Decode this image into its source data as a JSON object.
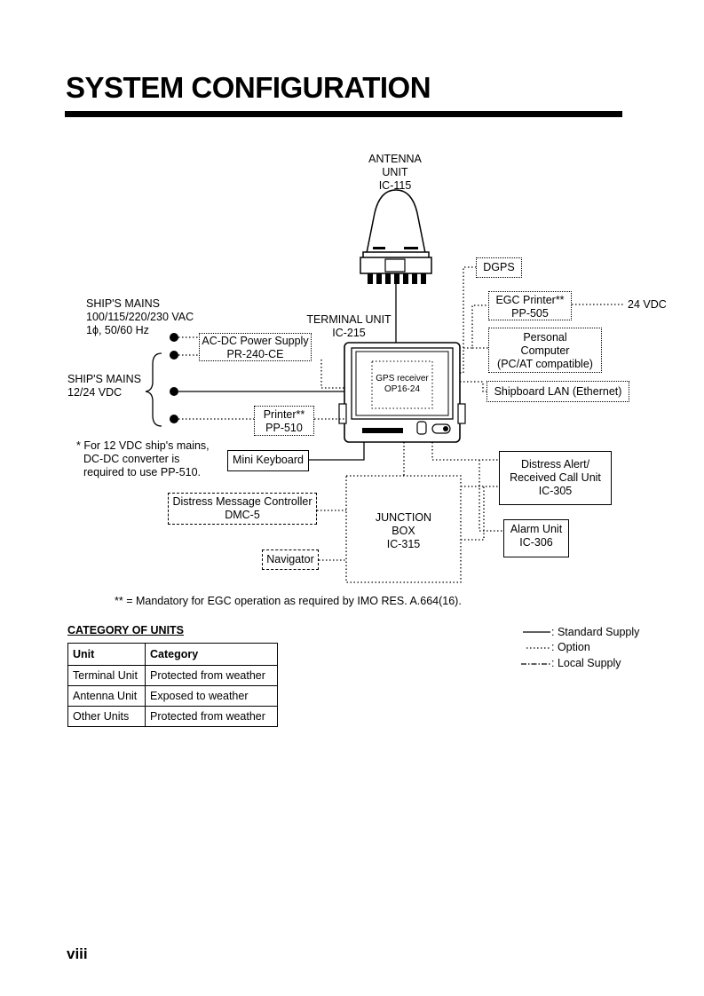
{
  "page_title": "SYSTEM CONFIGURATION",
  "antenna": {
    "line1": "ANTENNA",
    "line2": "UNIT",
    "line3": "IC-115"
  },
  "terminal": {
    "line1": "TERMINAL UNIT",
    "line2": "IC-215"
  },
  "gps": {
    "line1": "GPS receiver",
    "line2": "OP16-24"
  },
  "mains_ac": {
    "line1": "SHIP'S MAINS",
    "line2": "100/115/220/230 VAC",
    "line3": "1ϕ, 50/60 Hz"
  },
  "mains_dc": {
    "line1": "SHIP'S MAINS",
    "line2": "12/24 VDC"
  },
  "acdc": {
    "line1": "AC-DC Power Supply",
    "line2": "PR-240-CE"
  },
  "printer": {
    "line1": "Printer**",
    "line2": "PP-510"
  },
  "note_12vdc": {
    "line1": "* For 12 VDC ship's mains,",
    "line2": "DC-DC converter is",
    "line3": "required to use PP-510."
  },
  "mini_keyboard": "Mini Keyboard",
  "dgps": "DGPS",
  "egc_printer": {
    "line1": "EGC Printer**",
    "line2": "PP-505"
  },
  "vdc24": "24 VDC",
  "pc": {
    "line1": "Personal",
    "line2": "Computer",
    "line3": "(PC/AT compatible)"
  },
  "lan": "Shipboard LAN (Ethernet)",
  "distress_alert": {
    "line1": "Distress Alert/",
    "line2": "Received Call Unit",
    "line3": "IC-305"
  },
  "alarm": {
    "line1": "Alarm Unit",
    "line2": "IC-306"
  },
  "dmc": {
    "line1": "Distress Message Controller",
    "line2": "DMC-5"
  },
  "junction": {
    "line1": "JUNCTION",
    "line2": "BOX",
    "line3": "IC-315"
  },
  "navigator": "Navigator",
  "mandatory_note": "** = Mandatory for EGC operation as required by IMO RES. A.664(16).",
  "category": {
    "heading": "CATEGORY OF UNITS",
    "headers": [
      "Unit",
      "Category"
    ],
    "rows": [
      [
        "Terminal Unit",
        "Protected from weather"
      ],
      [
        "Antenna Unit",
        "Exposed to weather"
      ],
      [
        "Other Units",
        "Protected from weather"
      ]
    ]
  },
  "legend": {
    "standard": ": Standard Supply",
    "option": ": Option",
    "local": ": Local Supply"
  },
  "page_number": "viii"
}
